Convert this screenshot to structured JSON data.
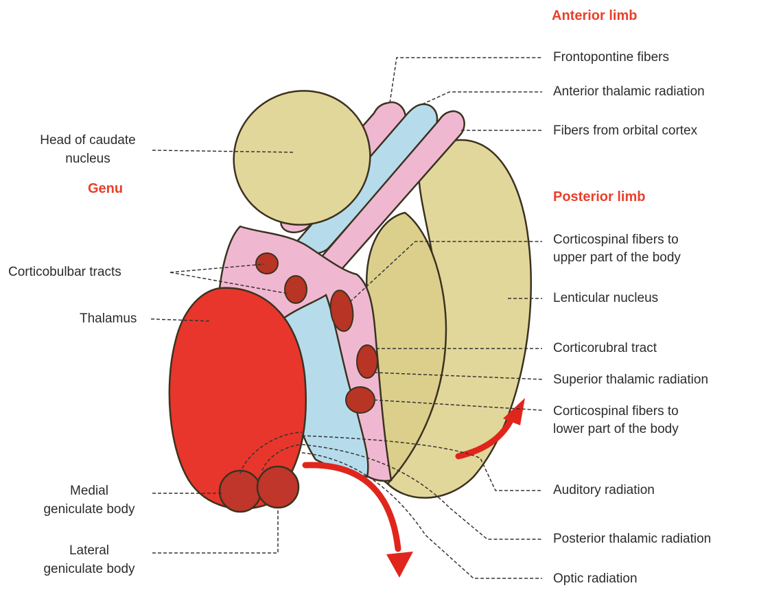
{
  "colors": {
    "heading": "#e8402b",
    "caudate_fill": "#e2d79a",
    "lenticular_fill": "#e2d79a",
    "fiber_pink": "#f0b8d0",
    "fiber_blue": "#b6dcec",
    "thalamus_red": "#e8362c",
    "tract_dark_red": "#b83424",
    "arrow_red": "#e0261c",
    "leader_line": "#333333",
    "text": "#2b2b2b"
  },
  "headings": {
    "anterior_limb": "Anterior limb",
    "genu": "Genu",
    "posterior_limb": "Posterior limb"
  },
  "labels_left": {
    "head_of_caudate_1": "Head of caudate",
    "head_of_caudate_2": "nucleus",
    "corticobulbar": "Corticobulbar tracts",
    "thalamus": "Thalamus",
    "medial_gen_1": "Medial",
    "medial_gen_2": "geniculate body",
    "lateral_gen_1": "Lateral",
    "lateral_gen_2": "geniculate body"
  },
  "labels_right": {
    "frontopontine": "Frontopontine fibers",
    "anterior_thalamic": "Anterior thalamic radiation",
    "orbital_cortex": "Fibers from orbital cortex",
    "corticospinal_upper_1": "Corticospinal fibers to",
    "corticospinal_upper_2": "upper part of the body",
    "lenticular": "Lenticular nucleus",
    "corticorubral": "Corticorubral tract",
    "superior_thalamic": "Superior thalamic radiation",
    "corticospinal_lower_1": "Corticospinal fibers to",
    "corticospinal_lower_2": "lower part of the body",
    "auditory": "Auditory radiation",
    "posterior_thalamic": "Posterior thalamic radiation",
    "optic": "Optic radiation"
  }
}
